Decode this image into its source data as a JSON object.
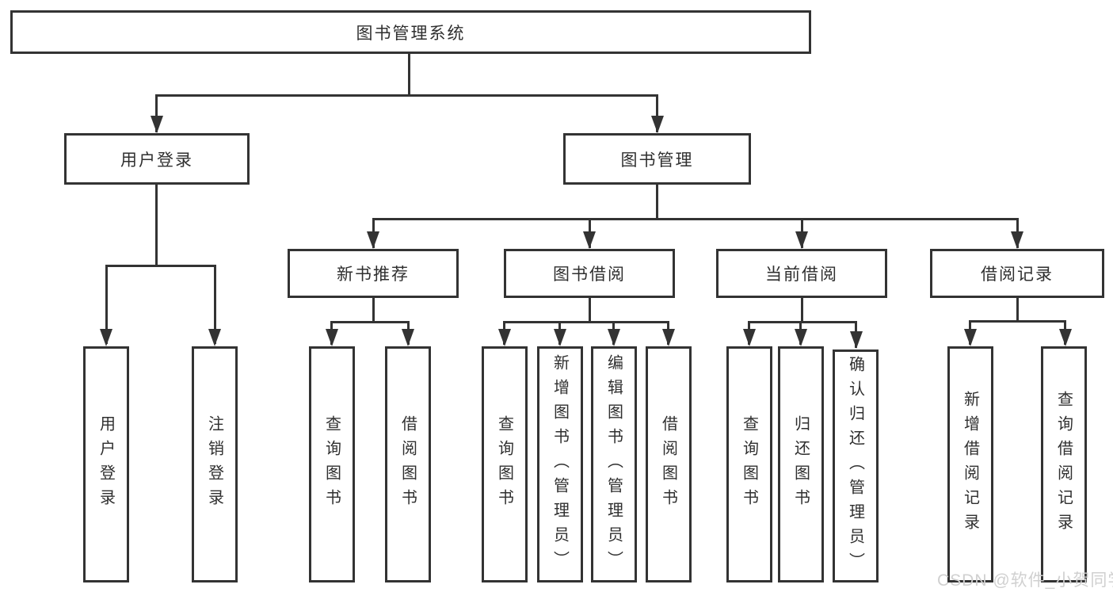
{
  "diagram": {
    "root": "图书管理系统",
    "level2": {
      "user_login": "用户登录",
      "book_management": "图书管理"
    },
    "level3": {
      "new_book_recommend": "新书推荐",
      "book_borrow": "图书借阅",
      "current_borrow": "当前借阅",
      "borrow_records": "借阅记录"
    },
    "leaves": {
      "login": [
        "用户登录",
        "注销登录"
      ],
      "recommend": [
        "查询图书",
        "借阅图书"
      ],
      "borrow": [
        "查询图书",
        "新增图书（管理员）",
        "编辑图书（管理员）",
        "借阅图书"
      ],
      "current": [
        "查询图书",
        "归还图书",
        "确认归还（管理员）"
      ],
      "records": [
        "新增借阅记录",
        "查询借阅记录"
      ]
    }
  },
  "watermark": "CSDN @软件_小贺同学",
  "colors": {
    "line": "#333333",
    "background": "#ffffff",
    "watermark": "#d0d0d0"
  }
}
